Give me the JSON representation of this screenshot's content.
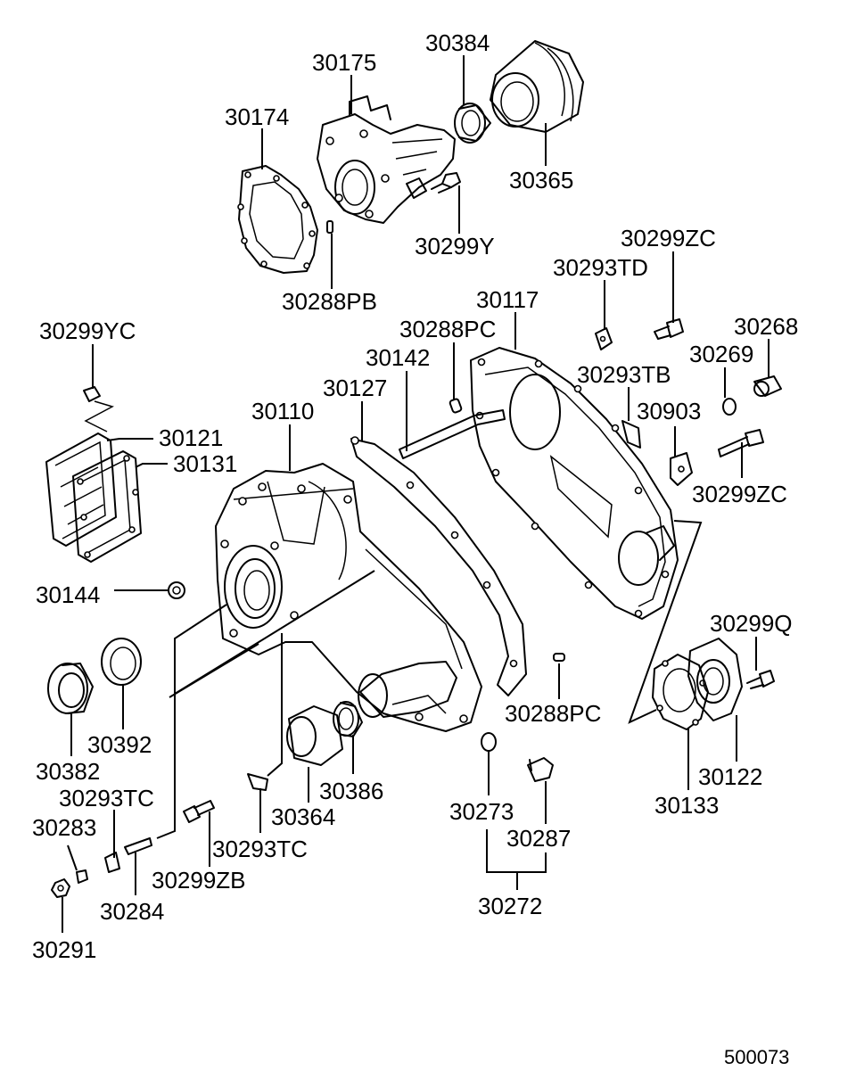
{
  "diagram_id": "500073",
  "labels": {
    "p30384": "30384",
    "p30175": "30175",
    "p30174": "30174",
    "p30365": "30365",
    "p30299Y": "30299Y",
    "p30288PB": "30288PB",
    "p30299ZC_top": "30299ZC",
    "p30293TD": "30293TD",
    "p30117": "30117",
    "p30268": "30268",
    "p30299YC": "30299YC",
    "p30288PC_top": "30288PC",
    "p30269": "30269",
    "p30142": "30142",
    "p30293TB": "30293TB",
    "p30127": "30127",
    "p30110": "30110",
    "p30903": "30903",
    "p30121": "30121",
    "p30131": "30131",
    "p30299ZC_mid": "30299ZC",
    "p30144": "30144",
    "p30299Q": "30299Q",
    "p30392": "30392",
    "p30288PC_bot": "30288PC",
    "p30382": "30382",
    "p30122": "30122",
    "p30386": "30386",
    "p30293TC_left": "30293TC",
    "p30364": "30364",
    "p30133": "30133",
    "p30273": "30273",
    "p30283": "30283",
    "p30287": "30287",
    "p30293TC_mid": "30293TC",
    "p30299ZB": "30299ZB",
    "p30284": "30284",
    "p30272": "30272",
    "p30291": "30291"
  }
}
